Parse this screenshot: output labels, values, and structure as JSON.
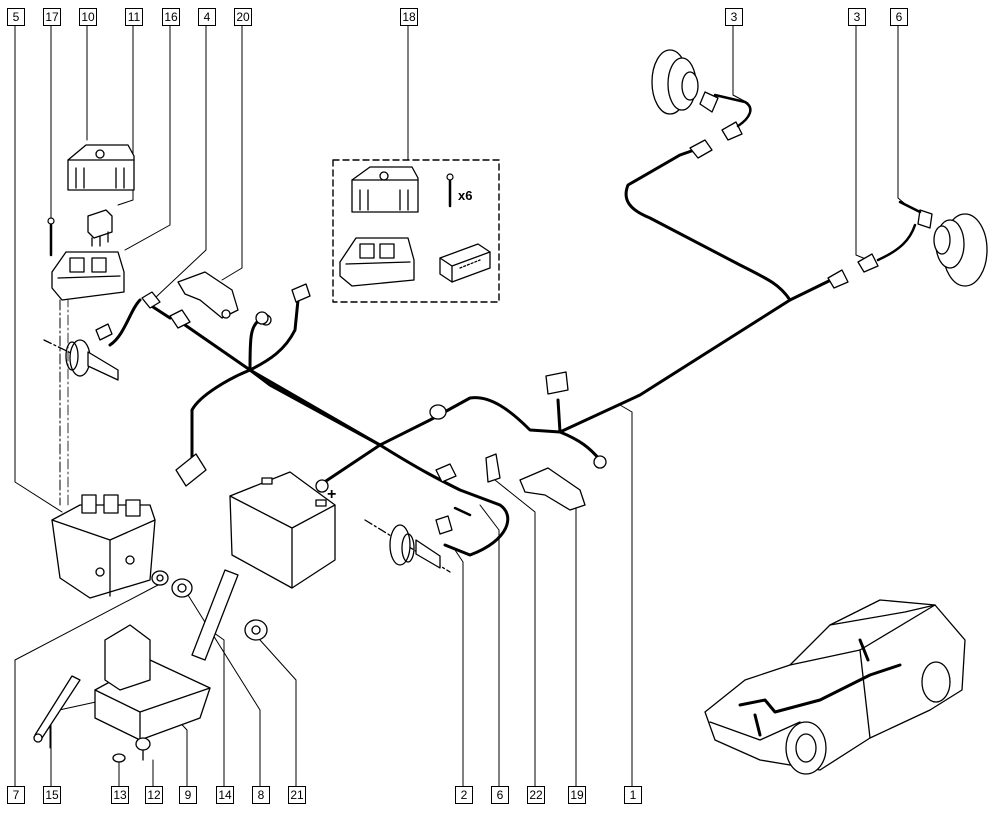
{
  "diagram": {
    "callouts_top": [
      {
        "id": "callout-5",
        "text": "5"
      },
      {
        "id": "callout-17",
        "text": "17"
      },
      {
        "id": "callout-10",
        "text": "10"
      },
      {
        "id": "callout-11",
        "text": "11"
      },
      {
        "id": "callout-16",
        "text": "16"
      },
      {
        "id": "callout-4",
        "text": "4"
      },
      {
        "id": "callout-20",
        "text": "20"
      },
      {
        "id": "callout-18",
        "text": "18"
      },
      {
        "id": "callout-3a",
        "text": "3"
      },
      {
        "id": "callout-3b",
        "text": "3"
      },
      {
        "id": "callout-6a",
        "text": "6"
      }
    ],
    "callouts_bottom": [
      {
        "id": "callout-7",
        "text": "7"
      },
      {
        "id": "callout-15",
        "text": "15"
      },
      {
        "id": "callout-13",
        "text": "13"
      },
      {
        "id": "callout-12",
        "text": "12"
      },
      {
        "id": "callout-9",
        "text": "9"
      },
      {
        "id": "callout-14",
        "text": "14"
      },
      {
        "id": "callout-8",
        "text": "8"
      },
      {
        "id": "callout-21",
        "text": "21"
      },
      {
        "id": "callout-2",
        "text": "2"
      },
      {
        "id": "callout-6b",
        "text": "6"
      },
      {
        "id": "callout-22",
        "text": "22"
      },
      {
        "id": "callout-19",
        "text": "19"
      },
      {
        "id": "callout-1",
        "text": "1"
      }
    ],
    "kit_quantity": "x6",
    "battery_sign": "+"
  }
}
